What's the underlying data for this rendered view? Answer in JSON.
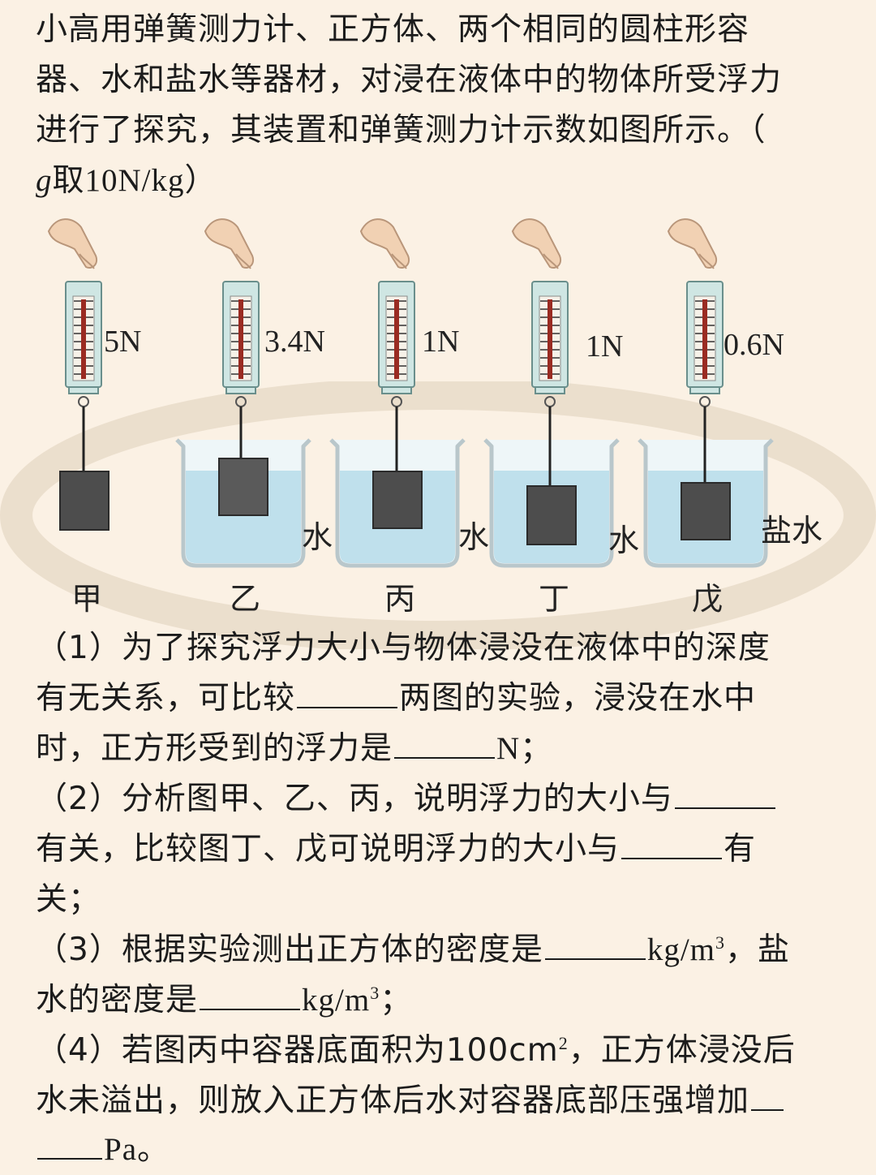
{
  "intro": {
    "line1": "小高用弹簧测力计、正方体、两个相同的圆柱形容",
    "line2": "器、水和盐水等器材，对浸在液体中的物体所受浮力",
    "line3": "进行了探究，其装置和弹簧测力计示数如图所示。（",
    "line4_var": "g",
    "line4_rest": "取10N/kg）"
  },
  "figure": {
    "setups": [
      {
        "reading": "5N",
        "caption": "甲",
        "liquid": ""
      },
      {
        "reading": "3.4N",
        "caption": "乙",
        "liquid": "水"
      },
      {
        "reading": "1N",
        "caption": "丙",
        "liquid": "水"
      },
      {
        "reading": "1N",
        "caption": "丁",
        "liquid": "水"
      },
      {
        "reading": "0.6N",
        "caption": "戊",
        "liquid": "盐水"
      }
    ],
    "scale_mark": "N"
  },
  "q1": {
    "a": "（1）为了探究浮力大小与物体浸没在液体中的深度",
    "b1": "有无关系，可比较",
    "b2": "两图的实验，浸没在水中",
    "c1": "时，正方形受到的浮力是",
    "c2": "N；"
  },
  "q2": {
    "a1": "（2）分析图甲、乙、丙，说明浮力的大小与",
    "b1": "有关，比较图丁、戊可说明浮力的大小与",
    "b2": "有",
    "c": "关；"
  },
  "q3": {
    "a1": "（3）根据实验测出正方体的密度是",
    "a2": "kg/m",
    "a_sup": "3",
    "a3": "，盐",
    "b1": "水的密度是",
    "b2": "kg/m",
    "b_sup": "3",
    "b3": "；"
  },
  "q4": {
    "a1": "（4）若图丙中容器底面积为100cm",
    "a_sup": "2",
    "a2": "，正方体浸没后",
    "b1": "水未溢出，则放入正方体后水对容器底部压强增加",
    "c": "Pa。"
  },
  "colors": {
    "background": "#fbf1e4",
    "water": "#bfe0ec",
    "cube": "#4d4d4d",
    "meter": "#cfe6e3",
    "scale": "#9a2b22"
  }
}
